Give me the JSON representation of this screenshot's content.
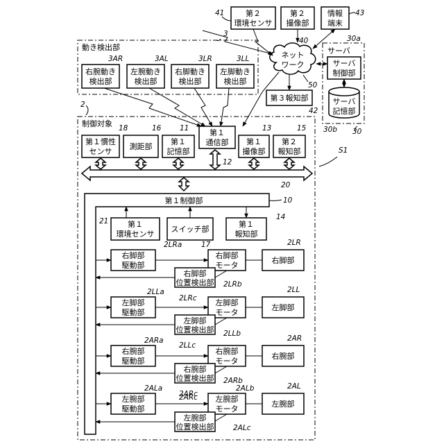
{
  "refs": {
    "r41": "41",
    "r40": "40",
    "r43": "43",
    "r30a": "30a",
    "r3": "3",
    "r3AR": "3AR",
    "r3AL": "3AL",
    "r3LR": "3LR",
    "r3LL": "3LL",
    "r50": "50",
    "r42": "42",
    "r30b": "30b",
    "r30": "30",
    "r2": "2",
    "r18": "18",
    "r16": "16",
    "r11": "11",
    "r13": "13",
    "r15": "15",
    "r12": "12",
    "rS1": "S1",
    "r20": "20",
    "r10": "10",
    "r21": "21",
    "r14": "14",
    "r17": "17",
    "r2LRa": "2LRa",
    "r2LR": "2LR",
    "r2LRb": "2LRb",
    "r2LRc": "2LRc",
    "r2LLa": "2LLa",
    "r2LL": "2LL",
    "r2LLb": "2LLb",
    "r2LLc": "2LLc",
    "r2ARa": "2ARa",
    "r2AR": "2AR",
    "r2ARb": "2ARb",
    "r2ARc": "2ARc",
    "r2ALa": "2ALa",
    "r2AL": "2AL",
    "r2ALb": "2ALb",
    "r2ALc": "2ALc"
  },
  "groups": {
    "motion_detection": "動き検出部",
    "server": "サーバ",
    "controlled_object": "制御対象"
  },
  "blocks": {
    "env_sensor2": [
      "第２",
      "環境センサ"
    ],
    "camera2": [
      "第２",
      "撮像部"
    ],
    "info_terminal": [
      "情報",
      "端末"
    ],
    "network": [
      "ネット",
      "ワーク"
    ],
    "server_controller": [
      "サーバ",
      "制御部"
    ],
    "server_storage": [
      "サーバ",
      "記憶部"
    ],
    "notifier3": "第３報知部",
    "right_arm_motion": [
      "右腕動き",
      "検出部"
    ],
    "left_arm_motion": [
      "左腕動き",
      "検出部"
    ],
    "right_leg_motion": [
      "右脚動き",
      "検出部"
    ],
    "left_leg_motion": [
      "左脚動き",
      "検出部"
    ],
    "comm1": [
      "第１",
      "通信部"
    ],
    "inertial1": [
      "第１慣性",
      "センサ"
    ],
    "rangefinder": "測距部",
    "storage1": [
      "第１",
      "記憶部"
    ],
    "camera1": [
      "第１",
      "撮像部"
    ],
    "notifier2": [
      "第２",
      "報知部"
    ],
    "controller1": "第１制御部",
    "env_sensor1": [
      "第１",
      "環境センサ"
    ],
    "switch": "スイッチ部",
    "notifier1": [
      "第１",
      "報知部"
    ],
    "right_leg_driver": [
      "右脚部",
      "駆動部"
    ],
    "right_leg_motor": [
      "右脚部",
      "モータ"
    ],
    "right_leg": "右脚部",
    "right_leg_pos": [
      "右脚部",
      "位置検出部"
    ],
    "left_leg_driver": [
      "左脚部",
      "駆動部"
    ],
    "left_leg_motor": [
      "左脚部",
      "モータ"
    ],
    "left_leg": "左脚部",
    "left_leg_pos": [
      "左脚部",
      "位置検出部"
    ],
    "right_arm_driver": [
      "右腕部",
      "駆動部"
    ],
    "right_arm_motor": [
      "右腕部",
      "モータ"
    ],
    "right_arm": "右腕部",
    "right_arm_pos": [
      "右腕部",
      "位置検出部"
    ],
    "left_arm_driver": [
      "左腕部",
      "駆動部"
    ],
    "left_arm_motor": [
      "左腕部",
      "モータ"
    ],
    "left_arm": "左腕部",
    "left_arm_pos": [
      "左腕部",
      "位置検出部"
    ]
  }
}
